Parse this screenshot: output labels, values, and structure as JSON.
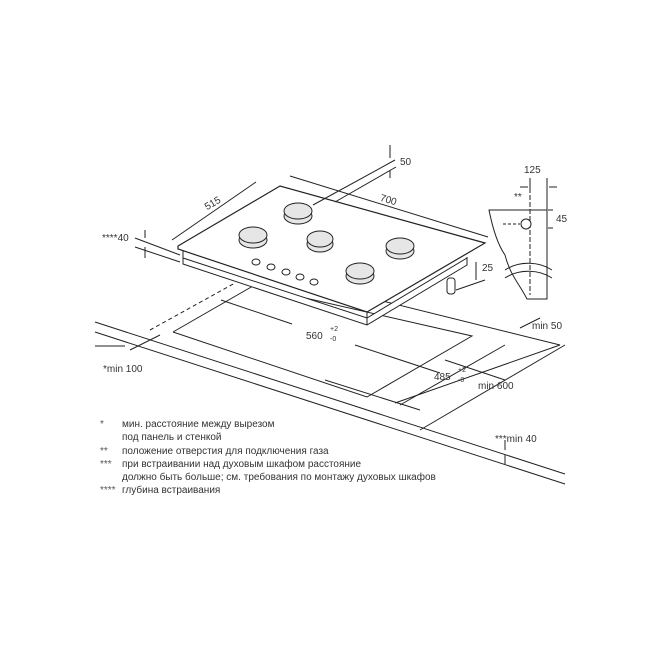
{
  "dimensions": {
    "d50": "50",
    "d515": "515",
    "d700": "700",
    "d40": "****40",
    "d25": "25",
    "d125": "125",
    "d45": "45",
    "gas": "**",
    "d560": "560",
    "d485": "485",
    "tol_plus": "+2",
    "tol_minus": "-0",
    "min50": "min 50",
    "min100": "*min 100",
    "min600": "min 600",
    "min40": "***min 40"
  },
  "legend": [
    {
      "mark": "*",
      "text": "мин. расстояние между вырезом"
    },
    {
      "mark": "",
      "text": "под панель и стенкой"
    },
    {
      "mark": "**",
      "text": "положение отверстия для подключения газа"
    },
    {
      "mark": "***",
      "text": "при встраивании над духовым шкафом расстояние"
    },
    {
      "mark": "",
      "text": "должно быть больше; см. требования по монтажу духовых шкафов"
    },
    {
      "mark": "****",
      "text": "глубина встраивания"
    }
  ],
  "colors": {
    "line": "#222222",
    "burner": "#e6e6e6"
  }
}
